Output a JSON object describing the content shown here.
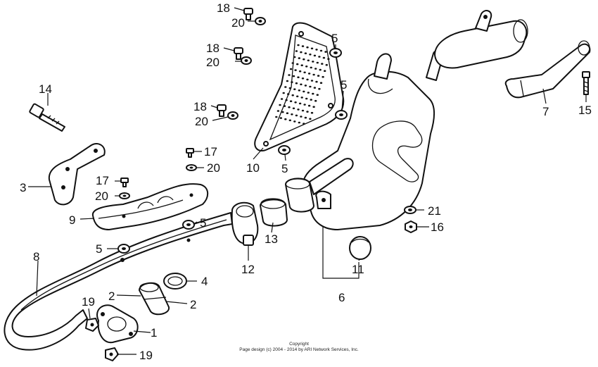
{
  "callouts": {
    "c1": "1",
    "c2a": "2",
    "c2b": "2",
    "c3": "3",
    "c4": "4",
    "c5a": "5",
    "c5b": "5",
    "c5c": "5",
    "c5d": "5",
    "c5e": "5",
    "c6": "6",
    "c7": "7",
    "c8": "8",
    "c9": "9",
    "c10": "10",
    "c11": "11",
    "c12": "12",
    "c13": "13",
    "c14": "14",
    "c15": "15",
    "c16": "16",
    "c17a": "17",
    "c17b": "17",
    "c18a": "18",
    "c18b": "18",
    "c18c": "18",
    "c19a": "19",
    "c19b": "19",
    "c20a": "20",
    "c20b": "20",
    "c20c": "20",
    "c20d": "20",
    "c20e": "20",
    "c21": "21"
  },
  "footer": {
    "line1": "Copyright",
    "line2": "Page design (c) 2004 - 2014 by ARI Network Services, Inc."
  }
}
